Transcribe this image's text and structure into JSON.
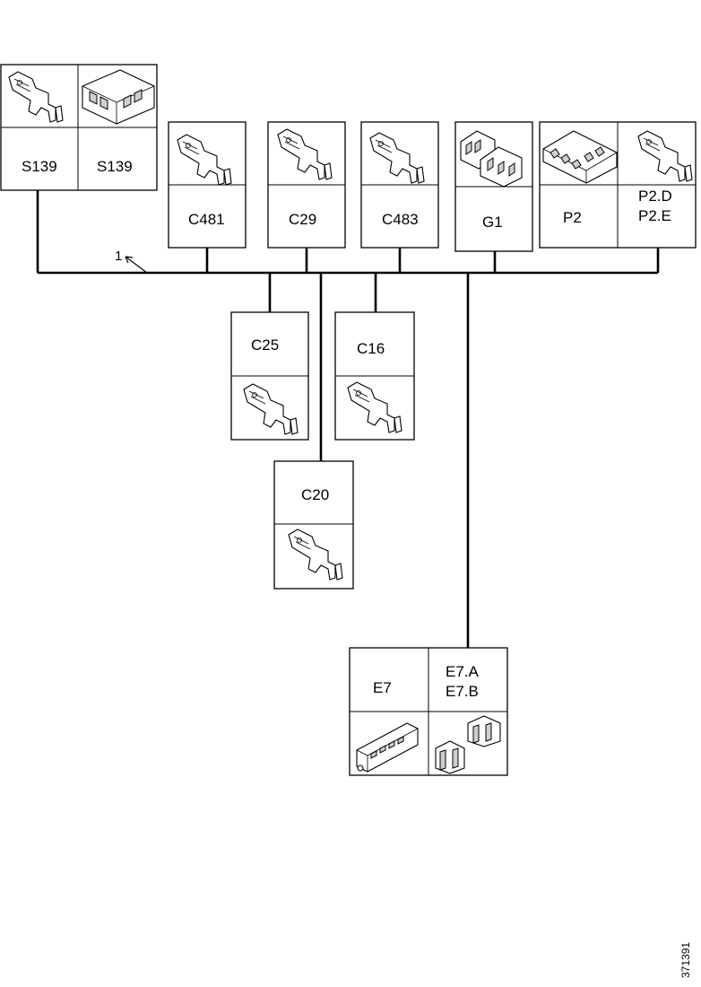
{
  "diagram": {
    "callout": "1",
    "figure_id": "371391"
  },
  "connectors": [
    {
      "id": "s139a",
      "label": "S139"
    },
    {
      "id": "s139b",
      "label": "S139"
    },
    {
      "id": "c481",
      "label": "C481"
    },
    {
      "id": "c29",
      "label": "C29"
    },
    {
      "id": "c483",
      "label": "C483"
    },
    {
      "id": "g1",
      "label": "G1"
    },
    {
      "id": "p2",
      "label": "P2"
    },
    {
      "id": "p2de",
      "label_line1": "P2.D",
      "label_line2": "P2.E"
    },
    {
      "id": "c25",
      "label": "C25"
    },
    {
      "id": "c16",
      "label": "C16"
    },
    {
      "id": "c20",
      "label": "C20"
    },
    {
      "id": "e7",
      "label": "E7"
    },
    {
      "id": "e7ab",
      "label_line1": "E7.A",
      "label_line2": "E7.B"
    }
  ]
}
